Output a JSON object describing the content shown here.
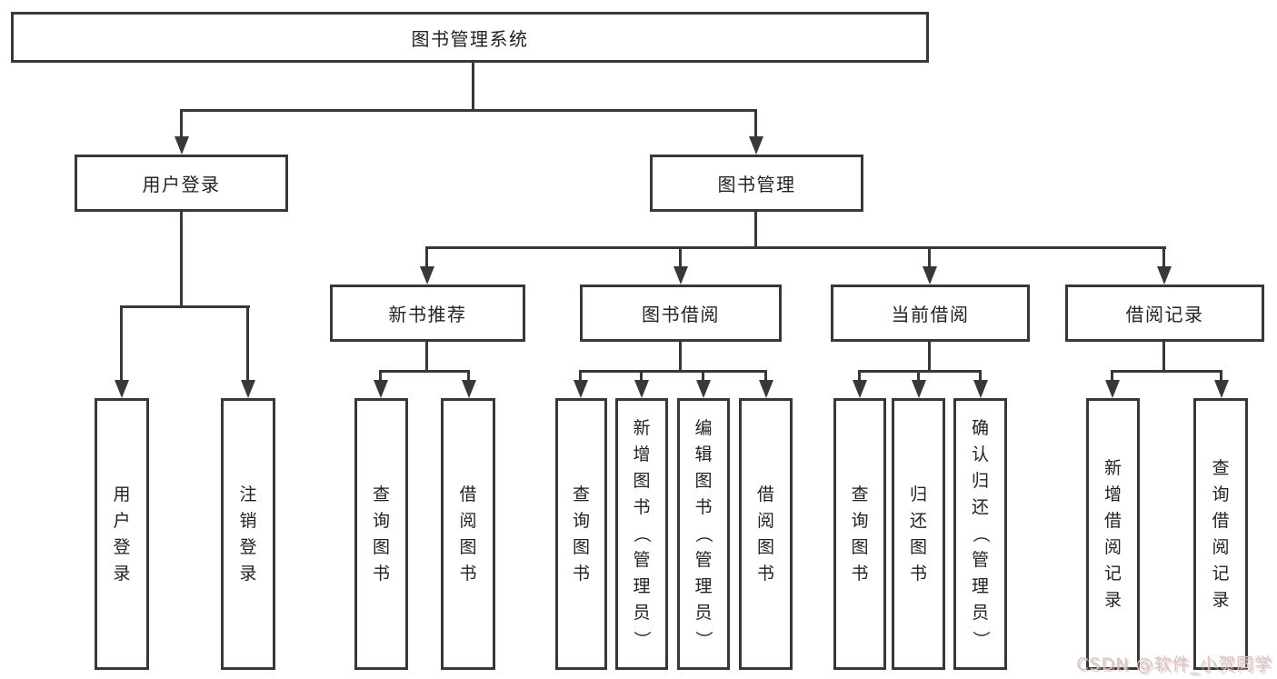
{
  "colors": {
    "background": "#ffffff",
    "line": "#383838",
    "box_fill": "#ffffff",
    "text": "#222222",
    "watermark": "#c9c9c9",
    "watermark_shadow": "#faa096"
  },
  "diagram": {
    "type": "hierarchy-tree",
    "nodes": {
      "root": {
        "label": "图书管理系统"
      },
      "user_login": {
        "label": "用户登录"
      },
      "book_mgmt": {
        "label": "图书管理"
      },
      "new_book_recommend": {
        "label": "新书推荐"
      },
      "book_borrow": {
        "label": "图书借阅"
      },
      "current_borrow": {
        "label": "当前借阅"
      },
      "borrow_records": {
        "label": "借阅记录"
      },
      "login": {
        "label": "用户登录"
      },
      "logout": {
        "label": "注销登录"
      },
      "rec_query_books": {
        "label": "查询图书"
      },
      "rec_borrow_books": {
        "label": "借阅图书"
      },
      "bb_query_books": {
        "label": "查询图书"
      },
      "bb_add_books": {
        "label": "新增图书（管理员）"
      },
      "bb_edit_books": {
        "label": "编辑图书（管理员）"
      },
      "bb_borrow_books": {
        "label": "借阅图书"
      },
      "cb_query_books": {
        "label": "查询图书"
      },
      "cb_return_books": {
        "label": "归还图书"
      },
      "cb_confirm_return": {
        "label": "确认归还（管理员）"
      },
      "br_add_record": {
        "label": "新增借阅记录"
      },
      "br_query_record": {
        "label": "查询借阅记录"
      }
    },
    "edges": [
      "root->user_login",
      "root->book_mgmt",
      "user_login->login",
      "user_login->logout",
      "book_mgmt->new_book_recommend",
      "book_mgmt->book_borrow",
      "book_mgmt->current_borrow",
      "book_mgmt->borrow_records",
      "new_book_recommend->rec_query_books",
      "new_book_recommend->rec_borrow_books",
      "book_borrow->bb_query_books",
      "book_borrow->bb_add_books",
      "book_borrow->bb_edit_books",
      "book_borrow->bb_borrow_books",
      "current_borrow->cb_query_books",
      "current_borrow->cb_return_books",
      "current_borrow->cb_confirm_return",
      "borrow_records->br_add_record",
      "borrow_records->br_query_record"
    ]
  },
  "watermark": {
    "text": "CSDN @软件_小贺同学"
  }
}
